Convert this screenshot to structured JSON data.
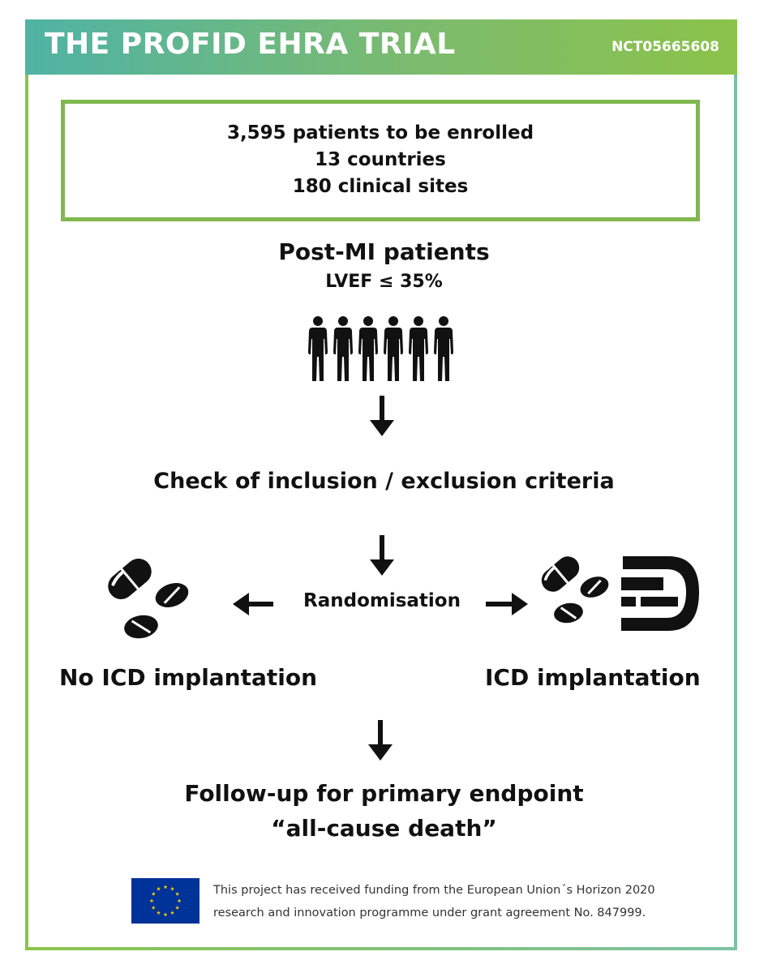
{
  "header": {
    "title": "THE PROFID EHRA TRIAL",
    "trial_id": "NCT05665608"
  },
  "enrollment": {
    "patients": "3,595 patients to be enrolled",
    "countries": "13 countries",
    "sites": "180 clinical sites"
  },
  "population": {
    "title": "Post-MI patients",
    "criterion": "LVEF ≤ 35%"
  },
  "screening": "Check of inclusion / exclusion criteria",
  "randomisation": "Randomisation",
  "arms": {
    "left": "No ICD implantation",
    "right": "ICD implantation"
  },
  "endpoint": {
    "line1": "Follow-up for primary endpoint",
    "line2": "“all-cause death”"
  },
  "funding": {
    "line1": "This project has received funding from the European Union´s Horizon 2020",
    "line2": "research and innovation programme under grant agreement No. 847999."
  },
  "colors": {
    "header_start": "#4fb3a4",
    "header_end": "#8bc34a",
    "box_border": "#80b84f",
    "eu_blue": "#003399",
    "eu_star": "#ffcc00"
  },
  "icons": [
    "person-icon",
    "arrow-down-icon",
    "arrow-left-icon",
    "arrow-right-icon",
    "pills-icon",
    "icd-device-icon",
    "eu-flag-icon"
  ]
}
